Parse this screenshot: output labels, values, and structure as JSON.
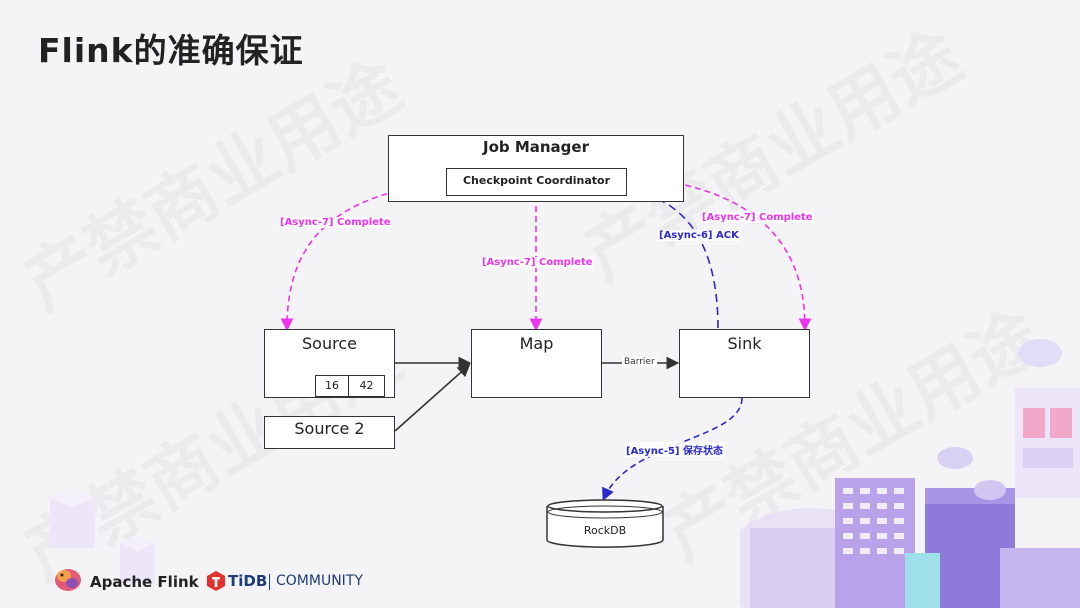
{
  "title": "Flink的准确保证",
  "watermark": "产禁商业用途",
  "nodes": {
    "job_manager": "Job Manager",
    "checkpoint_coordinator": "Checkpoint Coordinator",
    "source": "Source",
    "source_cells": [
      "16",
      "42"
    ],
    "source2": "Source 2",
    "map": "Map",
    "sink": "Sink",
    "rockdb": "RockDB"
  },
  "edges": {
    "async7_source": "[Async-7] Complete",
    "async7_map": "[Async-7] Complete",
    "async7_sink": "[Async-7] Complete",
    "async6_ack": "[Async-6] ACK",
    "async5_save": "[Async-5] 保存状态",
    "barrier": "Barrier"
  },
  "footer": {
    "apache_flink": "Apache Flink",
    "tidb": "TiDB",
    "community": "COMMUNITY"
  },
  "colors": {
    "pink": "#ee33ee",
    "blue": "#2a2acc"
  }
}
